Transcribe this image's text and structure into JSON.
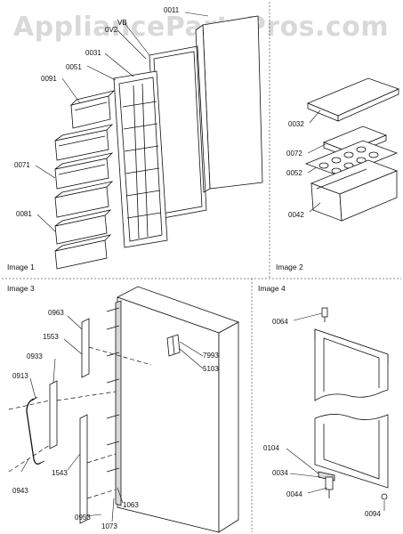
{
  "watermark": "AppliancePartsPros.com",
  "panels": [
    {
      "caption": "Image 1"
    },
    {
      "caption": "Image 2"
    },
    {
      "caption": "Image 3"
    },
    {
      "caption": "Image 4"
    }
  ],
  "callouts": {
    "image1": [
      "0011",
      "0051",
      "0091",
      "0071",
      "0081",
      "0031",
      "VB",
      "0V2"
    ],
    "image2": [
      "0032",
      "0072",
      "0052",
      "0042"
    ],
    "image3": [
      "0963",
      "1553",
      "0933",
      "0913",
      "0943",
      "1543",
      "0953",
      "1073",
      "1063",
      "7993",
      "5103"
    ],
    "image4": [
      "0064",
      "0104",
      "0034",
      "0044",
      "0094"
    ]
  }
}
